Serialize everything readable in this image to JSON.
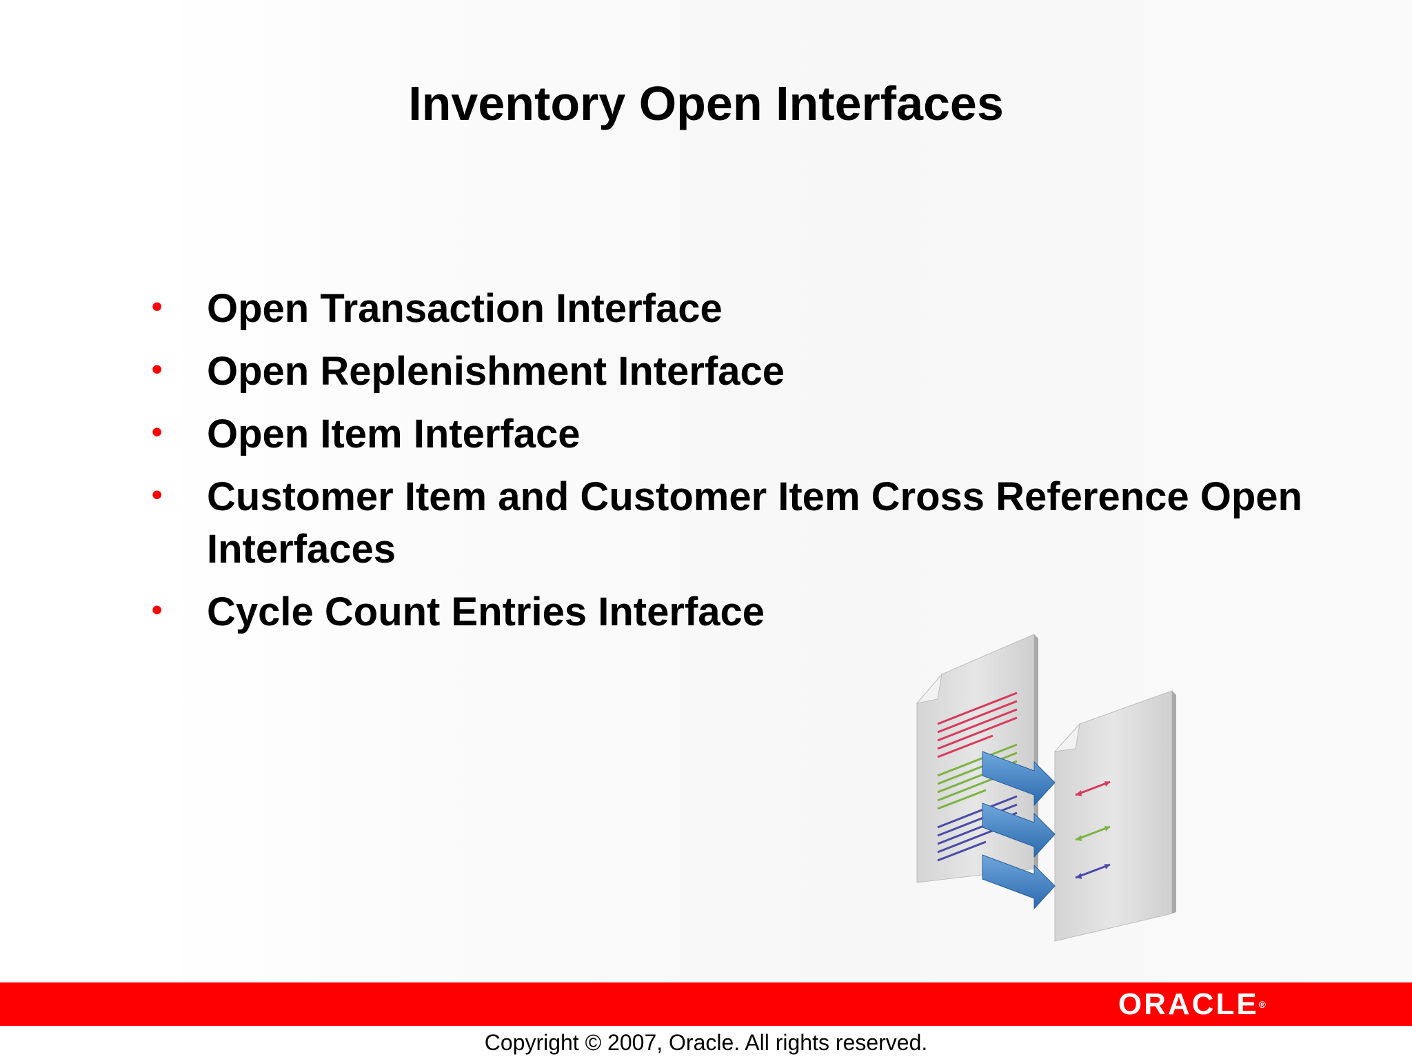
{
  "slide": {
    "title": "Inventory Open Interfaces",
    "bullets": [
      {
        "text": "Open Transaction Interface"
      },
      {
        "text": "Open Replenishment Interface"
      },
      {
        "text": "Open Item Interface"
      },
      {
        "text": "Customer Item and Customer Item Cross Reference Open Interfaces"
      },
      {
        "text": "Cycle Count Entries Interface"
      }
    ],
    "bullet_symbol": "•",
    "bullet_color": "#ff0000",
    "illustration": "document-transfer-arrows-icon"
  },
  "footer": {
    "logo_text": "ORACLE",
    "logo_mark": "®",
    "bar_color": "#ff0000",
    "copyright": "Copyright © 2007, Oracle. All rights reserved."
  }
}
